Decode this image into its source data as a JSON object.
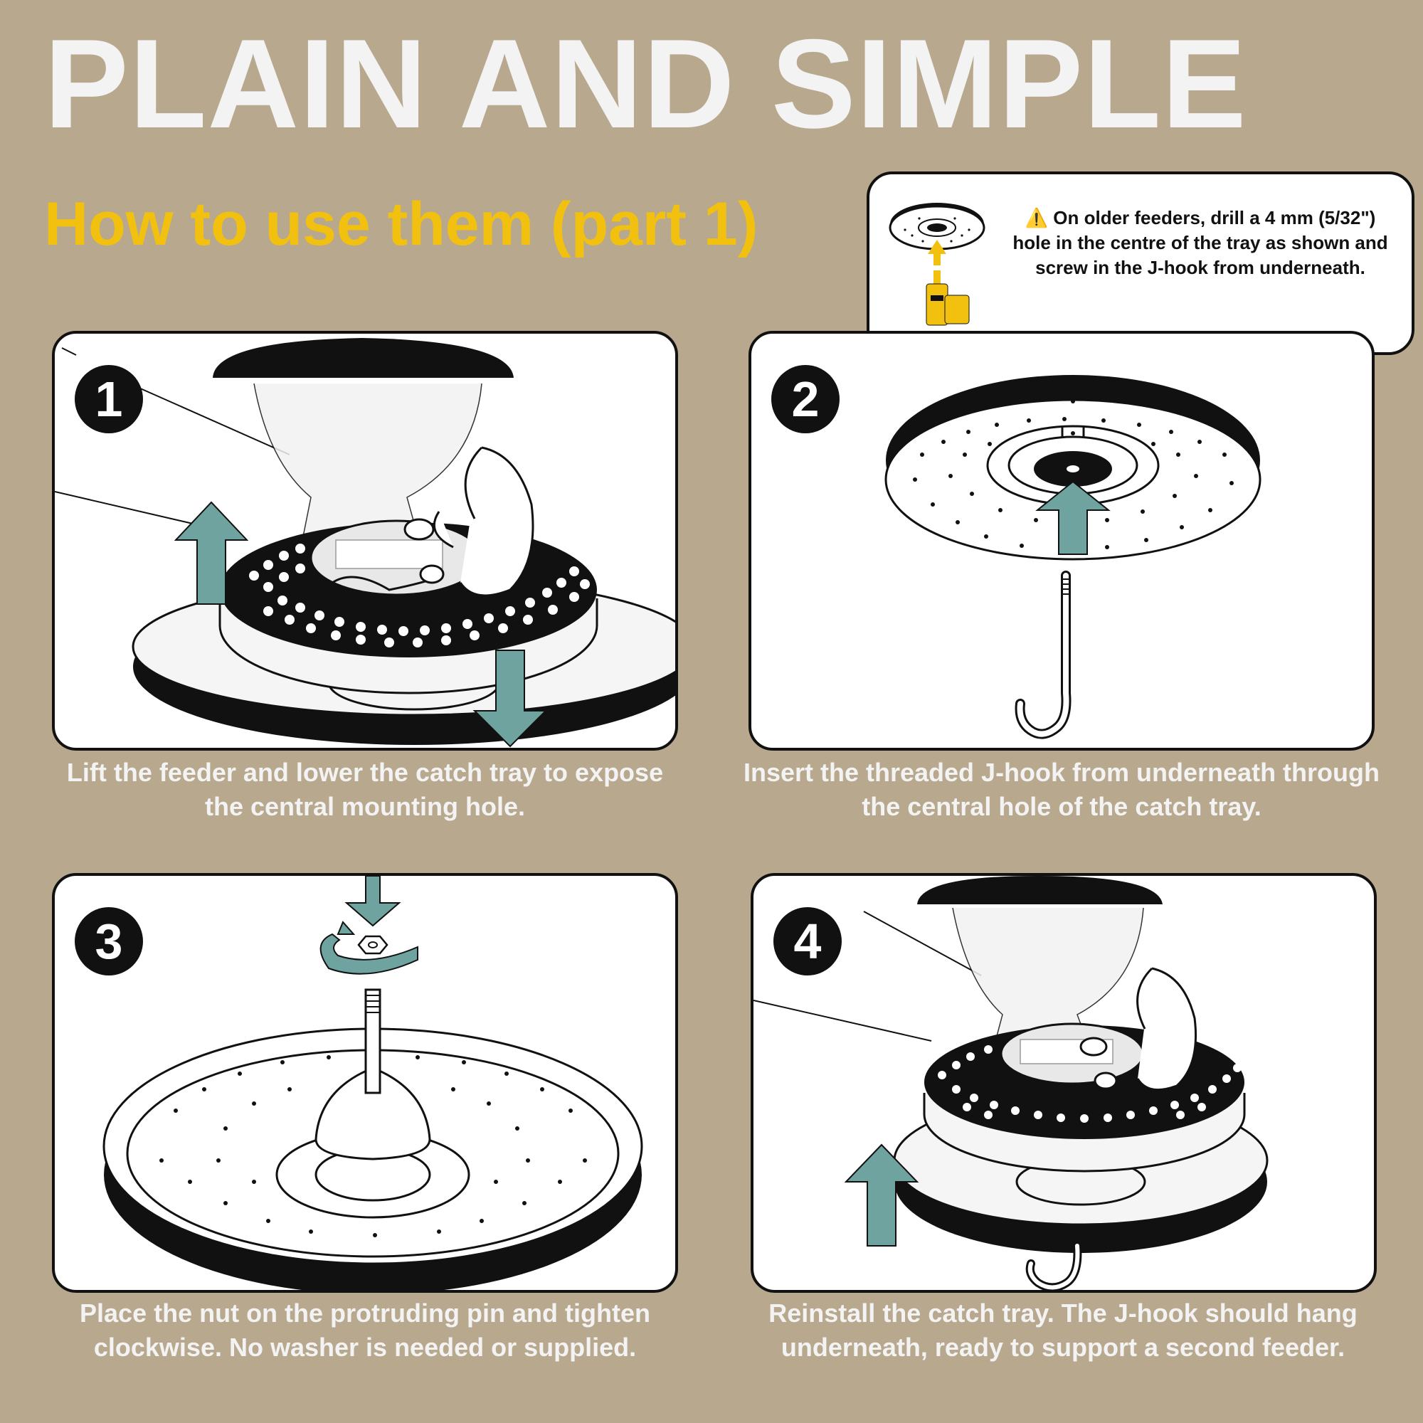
{
  "header": {
    "title": "PLAIN AND SIMPLE",
    "subtitle": "How to use them (part 1)"
  },
  "note": {
    "icons": [
      "catch-tray-icon",
      "drill-icon",
      "warning-icon"
    ],
    "text": "On older feeders, drill a 4 mm (5/32\") hole in the centre of the tray as shown and screw in the J-hook from underneath."
  },
  "steps": [
    {
      "number": "1",
      "caption": "Lift the feeder and lower the catch tray to expose the central mounting hole."
    },
    {
      "number": "2",
      "caption": "Insert the threaded J-hook from underneath through the central hole of the catch tray."
    },
    {
      "number": "3",
      "caption": "Place the nut on the protruding pin and tighten clockwise. No washer is needed or supplied."
    },
    {
      "number": "4",
      "caption": "Reinstall the catch tray. The J-hook should hang underneath, ready to support a second feeder."
    }
  ],
  "colors": {
    "background": "#b8a88e",
    "title": "#f3f3f3",
    "subtitle": "#f2c10f",
    "arrow": "#6fa39f",
    "ink": "#111111",
    "drill": "#f2c10f"
  }
}
